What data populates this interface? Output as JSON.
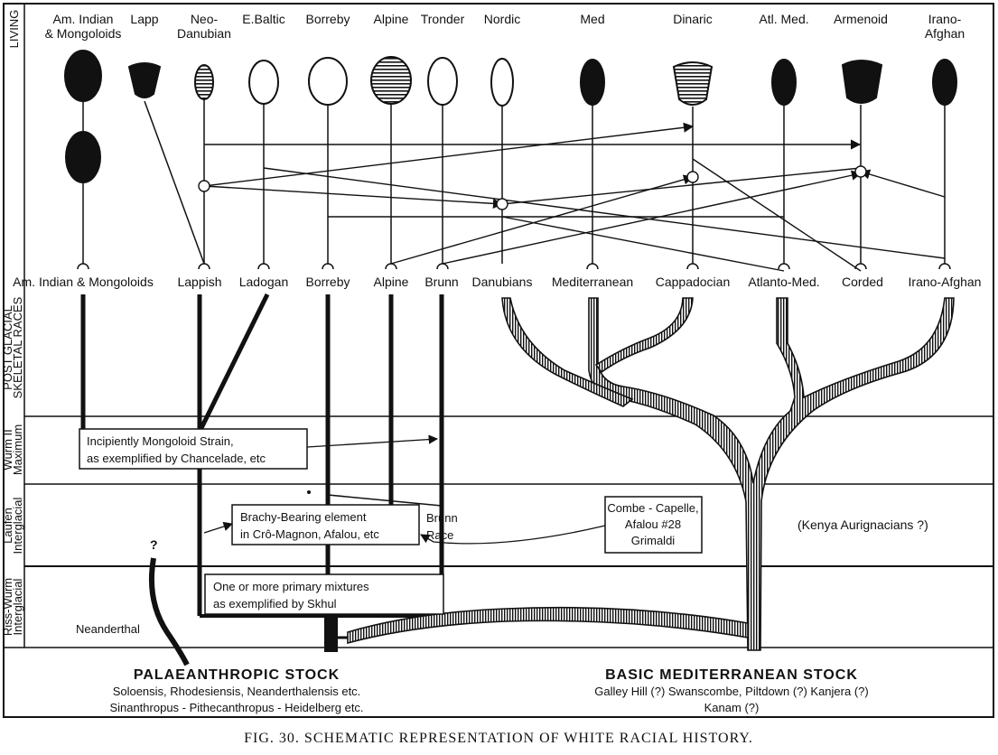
{
  "bands": {
    "living": "LIVING",
    "post_glacial": [
      "POST GLACIAL",
      "SKELETAL RACES"
    ],
    "wurm": [
      "Würm II",
      "Maximum"
    ],
    "laufen": [
      "Laufen",
      "Interglacial"
    ],
    "riss": [
      "Riss-Würm",
      "Interglacial"
    ]
  },
  "living": [
    {
      "label": [
        "Am. Indian",
        "& Mongoloids"
      ],
      "fill": "solid"
    },
    {
      "label": [
        "Lapp"
      ],
      "fill": "solid"
    },
    {
      "label": [
        "Neo-",
        "Danubian"
      ],
      "fill": "striped"
    },
    {
      "label": [
        "E.Baltic"
      ],
      "fill": "open"
    },
    {
      "label": [
        "Borreby"
      ],
      "fill": "open"
    },
    {
      "label": [
        "Alpine"
      ],
      "fill": "striped"
    },
    {
      "label": [
        "Tronder"
      ],
      "fill": "open"
    },
    {
      "label": [
        "Nordic"
      ],
      "fill": "open"
    },
    {
      "label": [
        "Med"
      ],
      "fill": "solid"
    },
    {
      "label": [
        "Dinaric"
      ],
      "fill": "striped"
    },
    {
      "label": [
        "Atl. Med."
      ],
      "fill": "solid"
    },
    {
      "label": [
        "Armenoid"
      ],
      "fill": "solid"
    },
    {
      "label": [
        "Irano-",
        "Afghan"
      ],
      "fill": "solid"
    }
  ],
  "skeletal": [
    "Am. Indian & Mongoloids",
    "Lappish",
    "Ladogan",
    "Borreby",
    "Alpine",
    "Brunn",
    "Danubians",
    "Mediterranean",
    "Cappadocian",
    "Atlanto-Med.",
    "Corded",
    "Irano-Afghan"
  ],
  "boxes": {
    "mongoloid": [
      "Incipiently Mongoloid Strain,",
      "as exemplified by Chancelade, etc"
    ],
    "brachy": [
      "Brachy-Bearing element",
      "in Crô-Magnon, Afalou, etc"
    ],
    "brunn_race": [
      "Brünn",
      "Race"
    ],
    "combe": [
      "Combe - Capelle,",
      "Afalou #28",
      "Grimaldi"
    ],
    "skhul": [
      "One or more primary mixtures",
      "as exemplified by Skhul"
    ]
  },
  "labels": {
    "kenya": "(Kenya  Aurignacians ?)",
    "question": "?",
    "neanderthal": "Neanderthal"
  },
  "stocks": {
    "palaeo": {
      "title": "PALAEANTHROPIC  STOCK",
      "lines": [
        "Soloensis, Rhodesiensis, Neanderthalensis etc.",
        "Sinanthropus - Pithecanthropus - Heidelberg etc."
      ]
    },
    "basic": {
      "title": "BASIC  MEDITERRANEAN  STOCK",
      "lines": [
        "Galley Hill (?) Swanscombe, Piltdown (?) Kanjera (?)",
        "Kanam (?)"
      ]
    }
  },
  "caption": "FIG. 30.  SCHEMATIC REPRESENTATION OF WHITE RACIAL HISTORY."
}
